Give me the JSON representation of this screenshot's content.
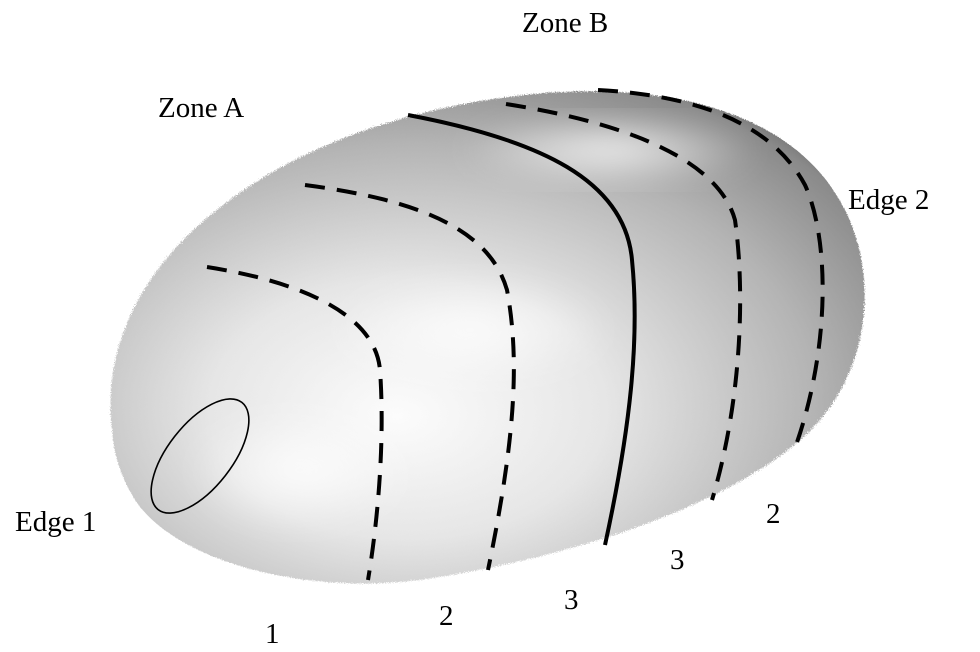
{
  "diagram": {
    "zone_labels": {
      "zone_a": "Zone A",
      "zone_b": "Zone B"
    },
    "edge_labels": {
      "edge_1": "Edge 1",
      "edge_2": "Edge 2"
    },
    "boundary_numbers": {
      "left_1": "1",
      "left_2": "2",
      "left_3": "3",
      "right_3": "3",
      "right_2": "2"
    },
    "colors": {
      "line": "#000000",
      "shape_light": "#fafafa",
      "shape_mid": "#bdbdbd",
      "shape_dark": "#6e6e6e"
    }
  }
}
